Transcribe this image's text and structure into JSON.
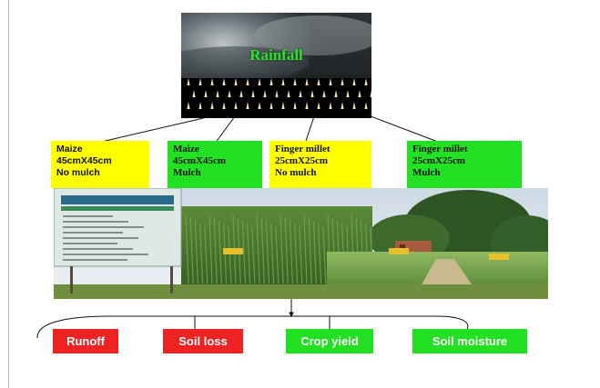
{
  "rainfall": {
    "title": "Rainfall"
  },
  "treatments": [
    {
      "lines": [
        "Maize",
        "45cmX45cm",
        "No mulch"
      ],
      "color": "#ffff00"
    },
    {
      "lines": [
        "Maize",
        "45cmX45cm",
        "Mulch"
      ],
      "color": "#22e022"
    },
    {
      "lines": [
        "Finger millet",
        "25cmX25cm",
        "No mulch"
      ],
      "color": "#ffff00"
    },
    {
      "lines": [
        "Finger millet",
        "25cmX25cm",
        "Mulch"
      ],
      "color": "#22e022"
    }
  ],
  "outcomes": [
    {
      "label": "Runoff",
      "color": "#ee2222"
    },
    {
      "label": "Soil loss",
      "color": "#ee2222"
    },
    {
      "label": "Crop yield",
      "color": "#22e022"
    },
    {
      "label": "Soil moisture",
      "color": "#22e022"
    }
  ],
  "photo": {
    "subject": "maize and finger millet field plots",
    "signboard_text_legible": false
  }
}
